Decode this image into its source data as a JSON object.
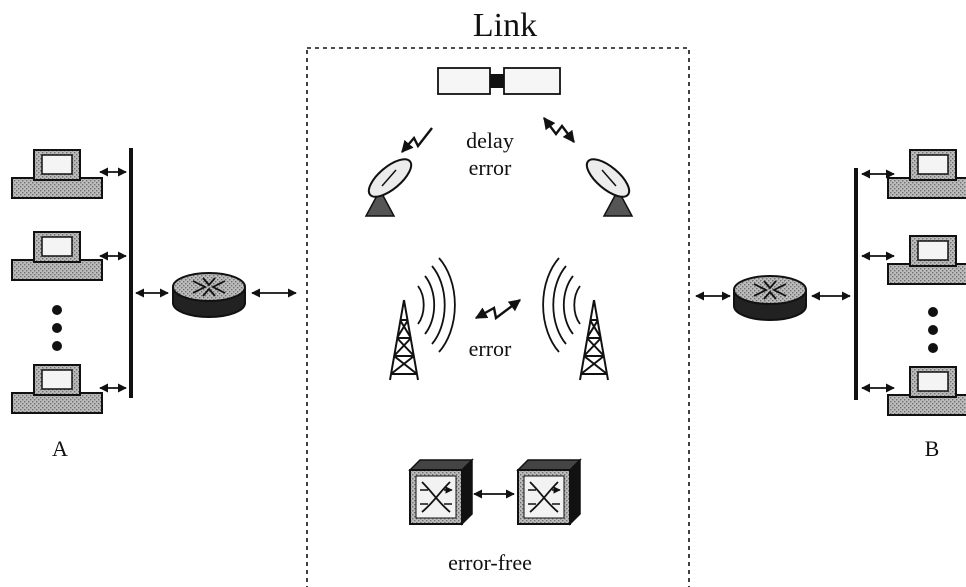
{
  "link": {
    "title": "Link",
    "satellite": {
      "label_delay": "delay",
      "label_error": "error"
    },
    "radio": {
      "label_error": "error"
    },
    "switch": {
      "label": "error-free"
    }
  },
  "hosts": {
    "left": {
      "label": "A"
    },
    "right": {
      "label": "B"
    }
  },
  "colors": {
    "ink": "#111111",
    "hatch": "#9a9a9a",
    "screen": "#c8c8c8"
  }
}
